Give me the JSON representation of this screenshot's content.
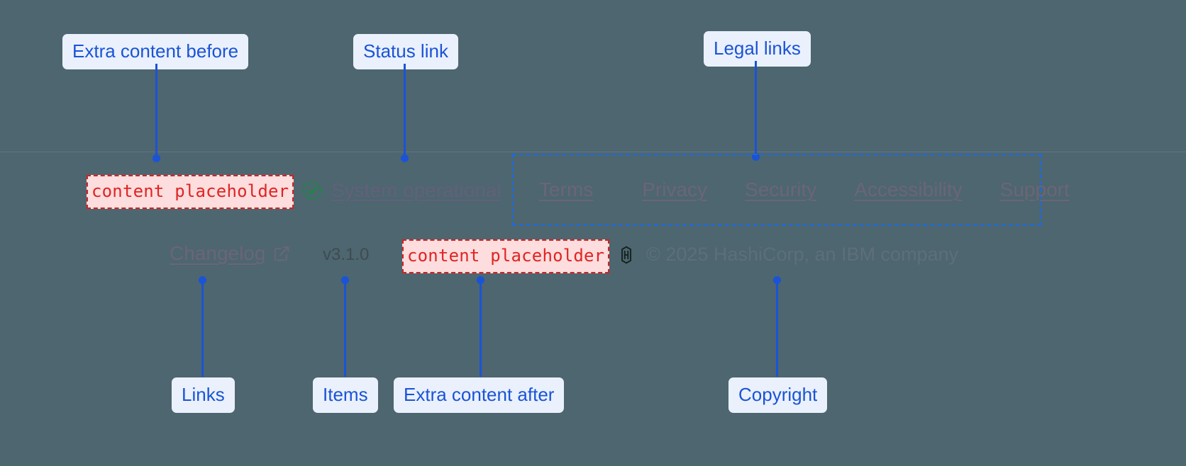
{
  "theme": {
    "background": "#4d6670",
    "callout_bg": "#eaf1fd",
    "callout_text": "#1b53d6",
    "leader_line": "#1b53d6",
    "placeholder_text": "#e02424",
    "placeholder_bg": "#fddddd",
    "placeholder_border": "#d42020",
    "link_color": "#6b6577",
    "status_ok_color": "#128f3e",
    "legal_box_border": "#1b6ae0",
    "version_color": "#3f4b52",
    "copyright_color": "#5e6f79",
    "divider_color": "#6d7a87"
  },
  "annotations": [
    {
      "id": "extra-content-before",
      "label": "Extra content before"
    },
    {
      "id": "status-link",
      "label": "Status link"
    },
    {
      "id": "legal-links",
      "label": "Legal links"
    },
    {
      "id": "links",
      "label": "Links"
    },
    {
      "id": "items",
      "label": "Items"
    },
    {
      "id": "extra-content-after",
      "label": "Extra content after"
    },
    {
      "id": "copyright",
      "label": "Copyright"
    }
  ],
  "footer": {
    "slot_before": {
      "text": "content placeholder",
      "icon": "placeholder-slot"
    },
    "slot_after": {
      "text": "content placeholder",
      "icon": "placeholder-slot"
    },
    "status": {
      "icon": "check-circle-icon",
      "label": "System operational"
    },
    "legal_links": [
      {
        "label": "Terms"
      },
      {
        "label": "Privacy"
      },
      {
        "label": "Security"
      },
      {
        "label": "Accessibility"
      },
      {
        "label": "Support"
      }
    ],
    "changelog": {
      "label": "Changelog",
      "icon": "external-link-icon"
    },
    "version": "v3.1.0",
    "copyright": {
      "logo": "hashicorp-logo",
      "text": "© 2025 HashiCorp, an IBM company"
    }
  }
}
